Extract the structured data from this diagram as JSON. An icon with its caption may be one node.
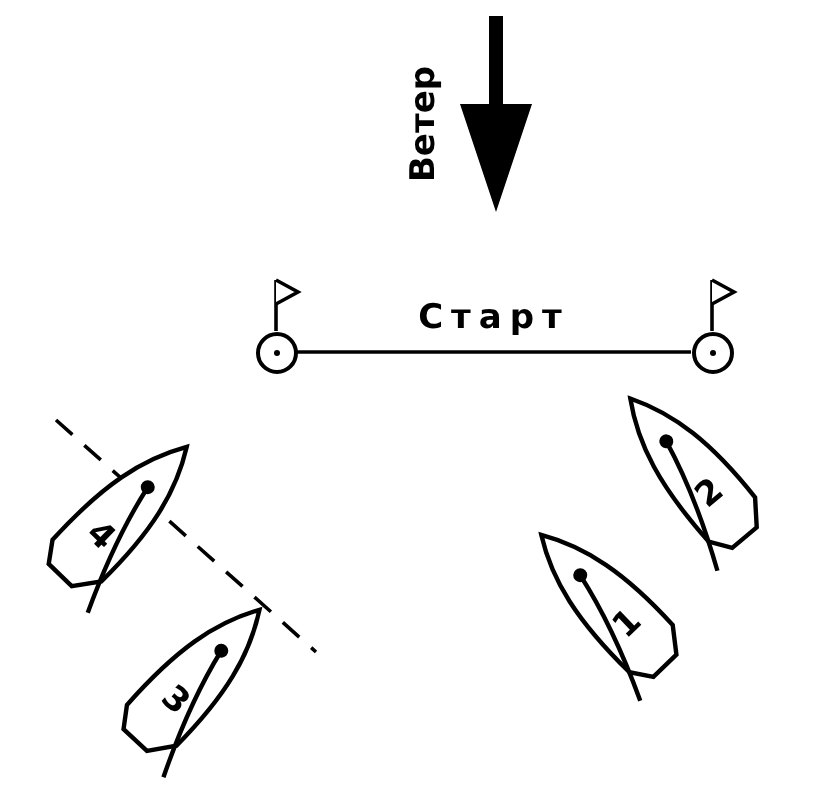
{
  "diagram": {
    "nodes": [
      {
        "text": [],
        "shape": "circle"
      },
      {
        "text": [],
        "shape": "circle"
      },
      {
        "text": [
          "2"
        ]
      },
      {
        "text": [
          "4"
        ]
      },
      {
        "text": [
          "1"
        ]
      },
      {
        "text": [
          "3"
        ]
      }
    ],
    "edges": [
      {
        "from": 0,
        "to": 1,
        "arrow": "none",
        "label": "Старт"
      }
    ],
    "labels": [
      "Ветер"
    ]
  }
}
